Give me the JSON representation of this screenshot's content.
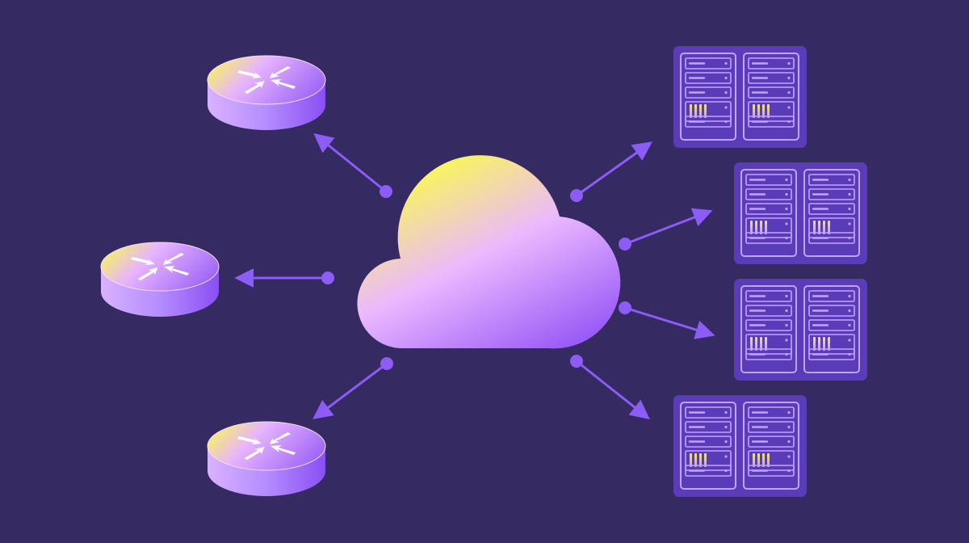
{
  "diagram": {
    "background": "#352a62",
    "center": {
      "kind": "cloud",
      "icon": "cloud-icon"
    },
    "routers": [
      {
        "id": "router-top",
        "icon": "router-icon"
      },
      {
        "id": "router-middle",
        "icon": "router-icon"
      },
      {
        "id": "router-bottom",
        "icon": "router-icon"
      }
    ],
    "server_racks": [
      {
        "id": "server-rack-1",
        "icon": "server-rack-icon",
        "units": 2
      },
      {
        "id": "server-rack-2",
        "icon": "server-rack-icon",
        "units": 2
      },
      {
        "id": "server-rack-3",
        "icon": "server-rack-icon",
        "units": 2
      },
      {
        "id": "server-rack-4",
        "icon": "server-rack-icon",
        "units": 2
      }
    ],
    "connections": [
      {
        "from": "cloud",
        "to": "router-top"
      },
      {
        "from": "cloud",
        "to": "router-middle"
      },
      {
        "from": "cloud",
        "to": "router-bottom"
      },
      {
        "from": "cloud",
        "to": "server-rack-1"
      },
      {
        "from": "cloud",
        "to": "server-rack-2"
      },
      {
        "from": "cloud",
        "to": "server-rack-3"
      },
      {
        "from": "cloud",
        "to": "server-rack-4"
      }
    ],
    "colors": {
      "accent": "#8b5cf6",
      "panel": "#5a3bb8",
      "outline": "#c4a2ff",
      "gradient_yellow": "#f8f462",
      "gradient_pink": "#ebb8ff",
      "gradient_violet": "#9a5cf7"
    }
  }
}
